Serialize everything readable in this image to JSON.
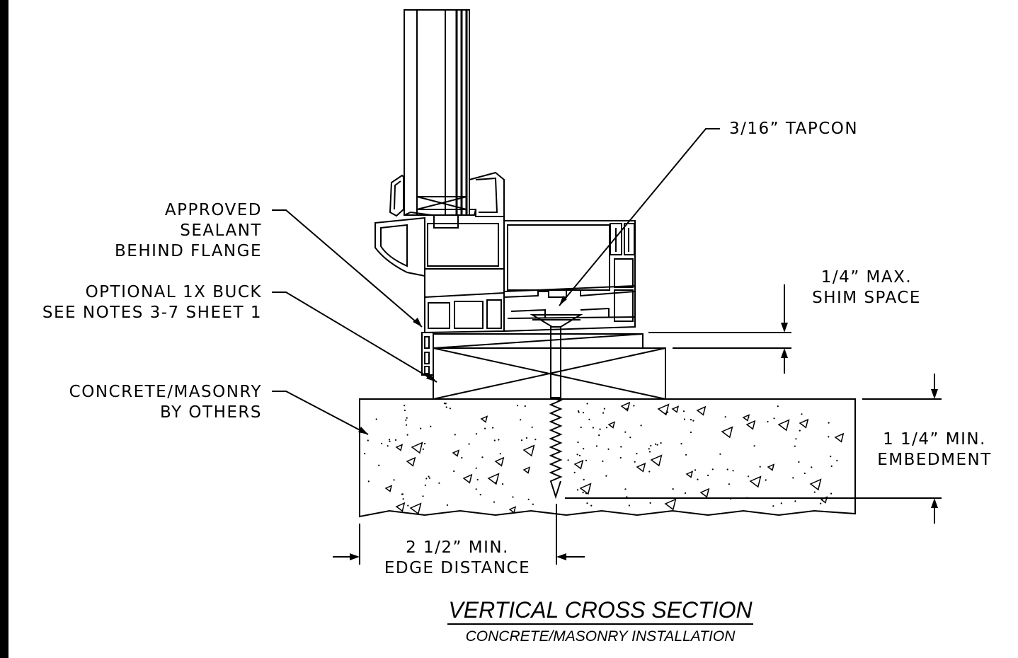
{
  "colors": {
    "ink": "#000000",
    "paper": "#ffffff"
  },
  "callouts": {
    "approved_sealant": [
      "APPROVED",
      "SEALANT",
      "BEHIND FLANGE"
    ],
    "optional_buck": [
      "OPTIONAL 1X BUCK",
      "SEE NOTES 3-7 SHEET 1"
    ],
    "concrete": [
      "CONCRETE/MASONRY",
      "BY OTHERS"
    ],
    "tapcon": "3/16” TAPCON"
  },
  "dimensions": {
    "shim": [
      "1/4” MAX.",
      "SHIM SPACE"
    ],
    "embedment": [
      "1 1/4” MIN.",
      "EMBEDMENT"
    ],
    "edge": [
      "2 1/2” MIN.",
      "EDGE DISTANCE"
    ]
  },
  "title": {
    "main": "VERTICAL CROSS SECTION",
    "sub": "CONCRETE/MASONRY INSTALLATION"
  }
}
